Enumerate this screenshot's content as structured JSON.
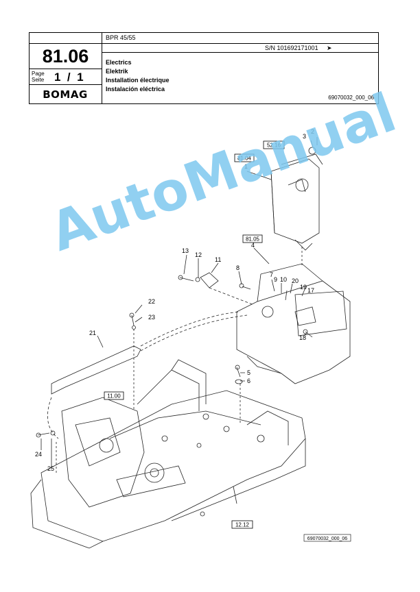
{
  "header": {
    "model": "BPR 45/55",
    "serial": "S/N 101692171001",
    "serial_arrow": "➤",
    "section": "81.06",
    "page_label_en": "Page",
    "page_label_de": "Seite",
    "page_value": "1  /  1",
    "brand": "BOMAG",
    "titles": [
      "Electrics",
      "Elektrik",
      "Installation électrique",
      "Instalación eléctrica"
    ],
    "drawing_id": "69070032_000_06"
  },
  "diagram": {
    "ref_boxes": [
      "52.16",
      "81.04",
      "81.05",
      "11.00",
      "12.12"
    ],
    "callouts": [
      "1",
      "2",
      "3",
      "4",
      "5",
      "6",
      "7",
      "8",
      "9",
      "10",
      "11",
      "12",
      "13",
      "17",
      "18",
      "19",
      "20",
      "21",
      "22",
      "23",
      "24",
      "25"
    ],
    "drawing_id": "69070032_000_06"
  },
  "watermark": "AutoManual"
}
